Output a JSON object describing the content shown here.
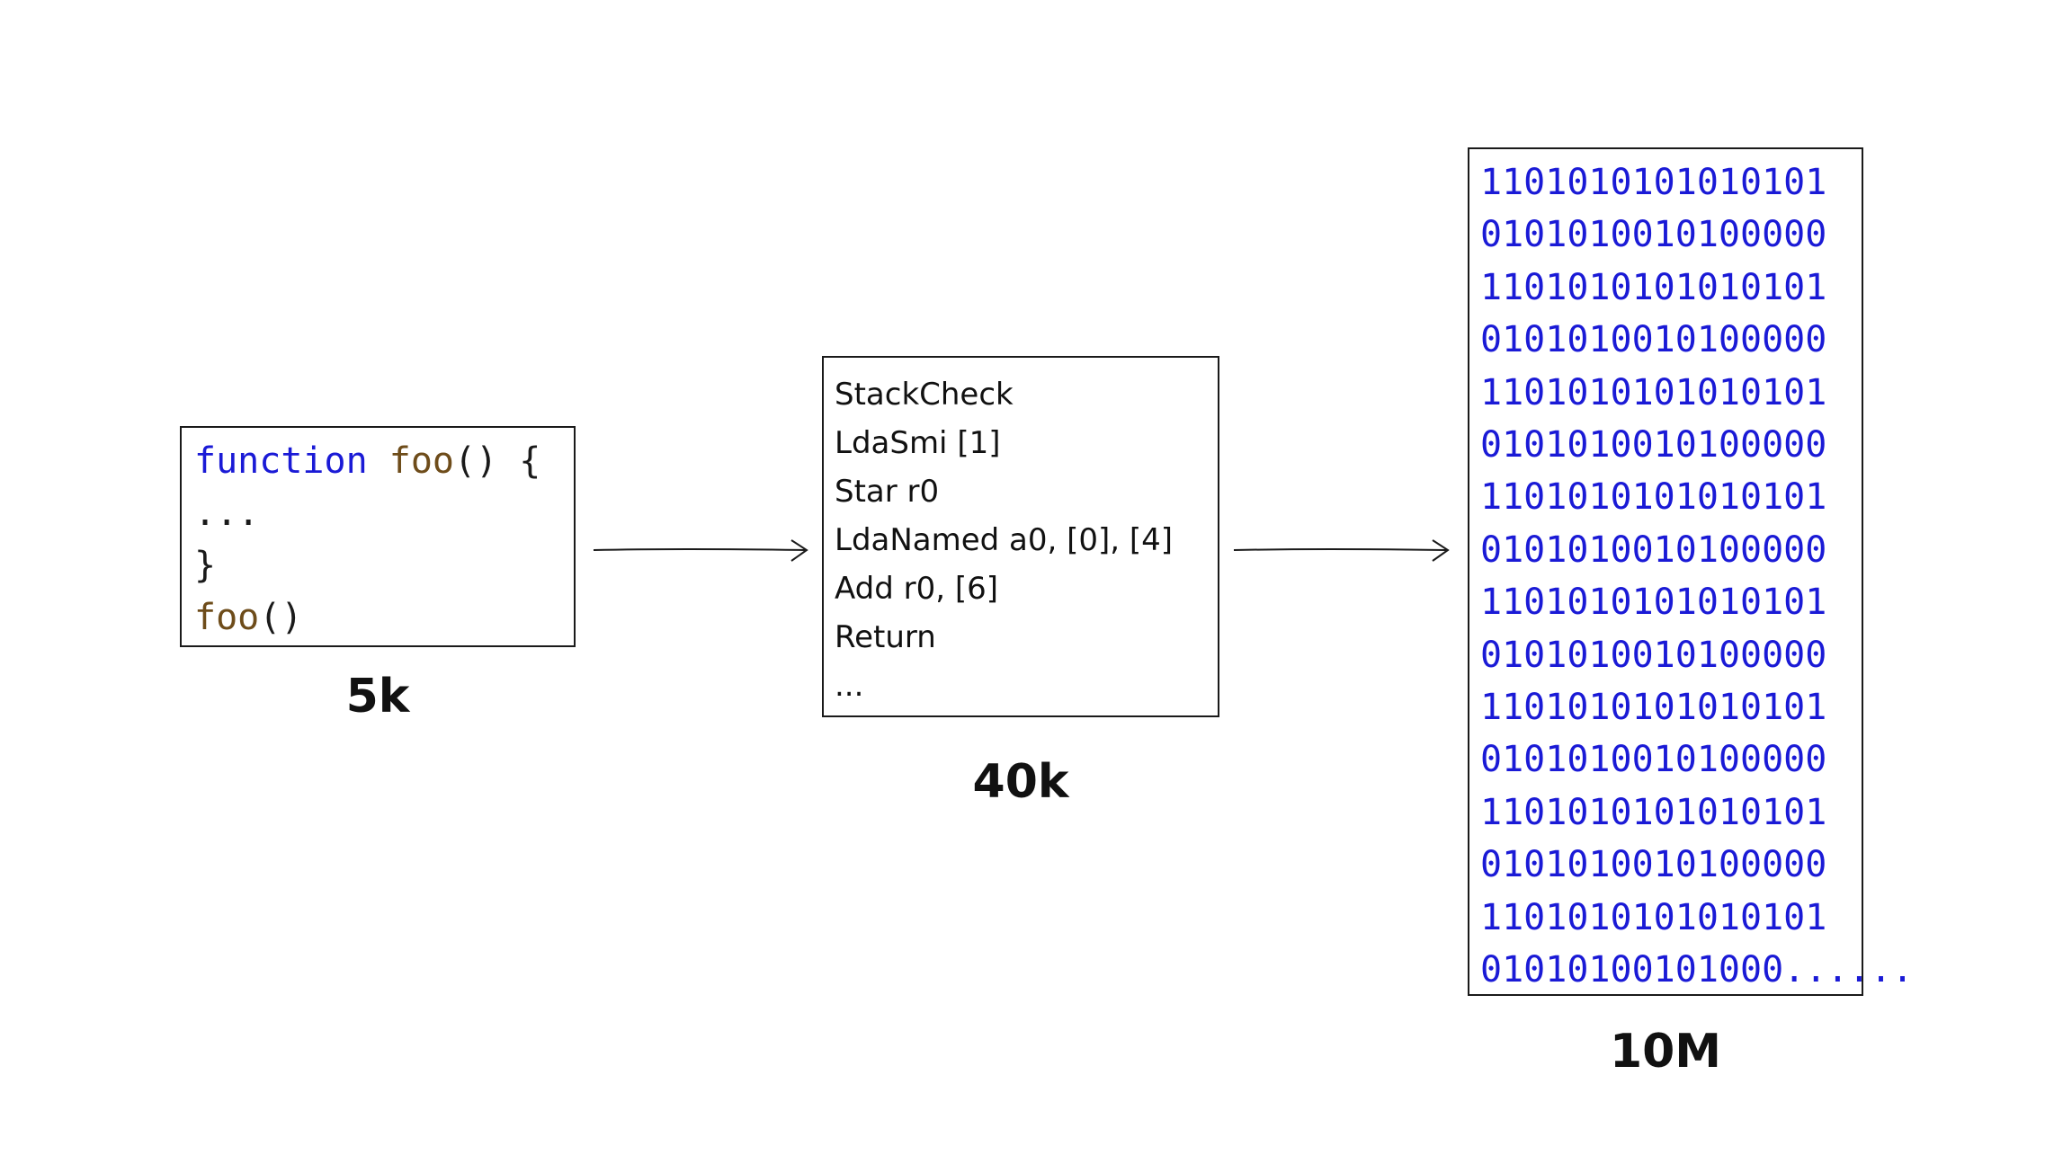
{
  "source": {
    "keyword": "function",
    "func_name": "foo",
    "decl_rest": "() {",
    "body": "...",
    "close": "}",
    "call_name": "foo",
    "call_parens": "()"
  },
  "bytecode": {
    "lines": [
      "StackCheck",
      "LdaSmi [1]",
      "Star r0",
      "LdaNamed a0, [0], [4]",
      "Add r0, [6]",
      "Return",
      "..."
    ]
  },
  "machine_code": {
    "lines": [
      "1101010101010101",
      "0101010010100000",
      "1101010101010101",
      "0101010010100000",
      "1101010101010101",
      "0101010010100000",
      "1101010101010101",
      "0101010010100000",
      "1101010101010101",
      "0101010010100000",
      "1101010101010101",
      "0101010010100000",
      "1101010101010101",
      "0101010010100000",
      "1101010101010101",
      "01010100101000......"
    ]
  },
  "sizes": {
    "source": "5k",
    "bytecode": "40k",
    "machine_code": "10M"
  },
  "colors": {
    "keyword": "#1a1ad6",
    "function_name": "#6e4c1a",
    "binary": "#1a1ad6"
  }
}
